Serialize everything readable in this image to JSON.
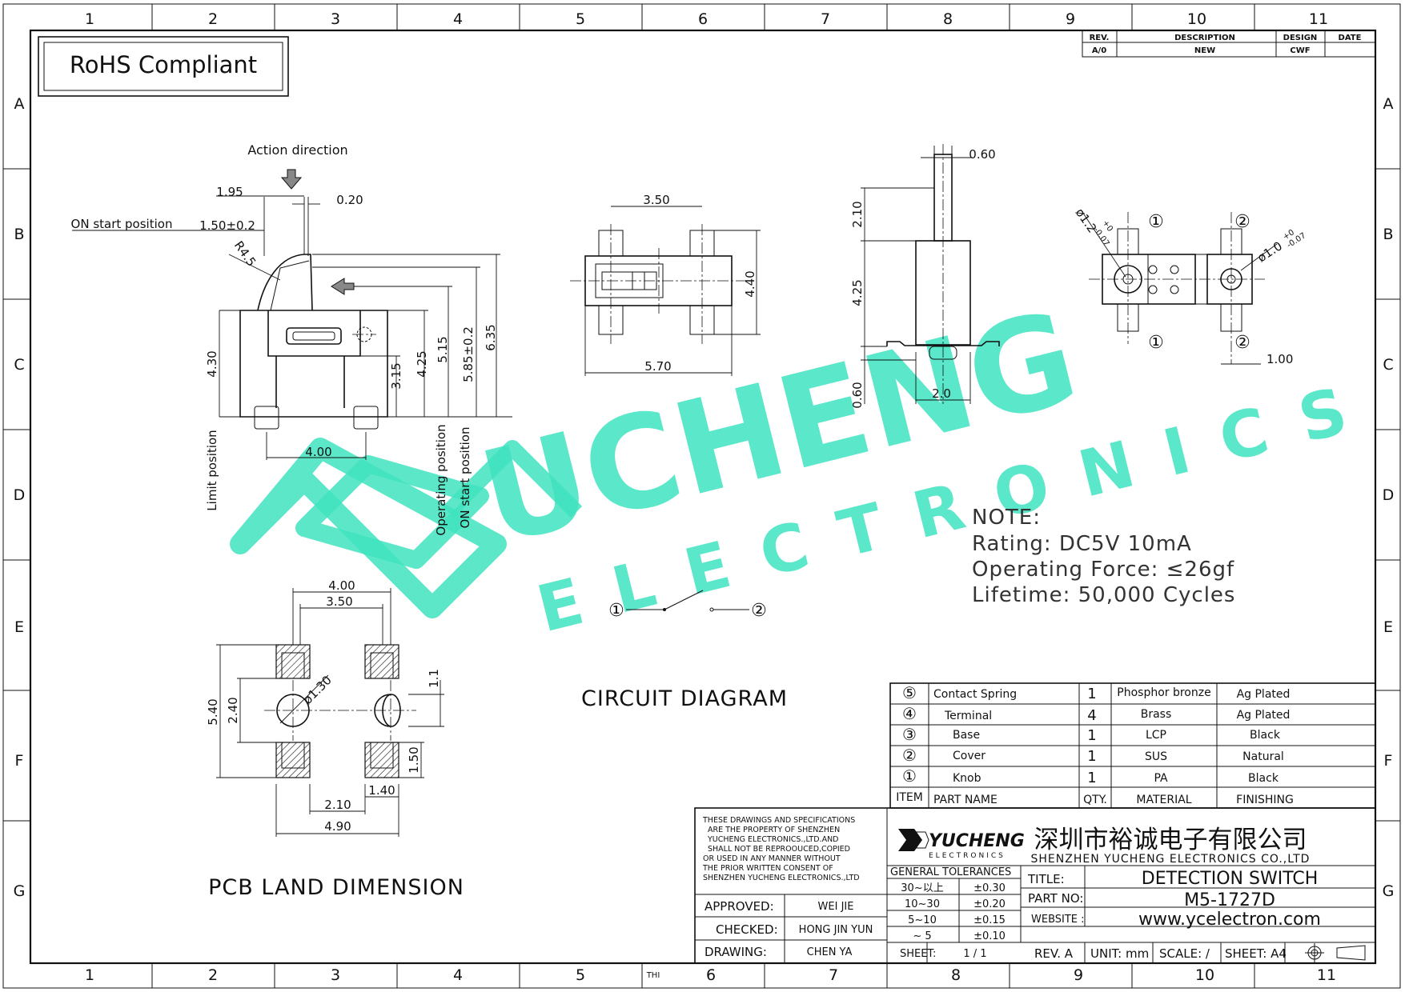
{
  "sheet": {
    "column_labels": [
      "1",
      "2",
      "3",
      "4",
      "5",
      "6",
      "7",
      "8",
      "9",
      "10",
      "11"
    ],
    "row_labels": [
      "A",
      "B",
      "C",
      "D",
      "E",
      "F",
      "G"
    ],
    "rohs": "RoHS Compliant",
    "thi_mark": "THI"
  },
  "revision_block": {
    "headers": [
      "REV.",
      "DESCRIPTION",
      "DESIGN",
      "DATE"
    ],
    "row": [
      "A/0",
      "NEW",
      "CWF",
      ""
    ]
  },
  "watermark": {
    "line1": "UCHENG",
    "line2": "ELECTRONICS"
  },
  "side_view": {
    "action_direction": "Action direction",
    "on_start_position": "ON start position",
    "on_start_value": "1.50±0.2",
    "dim_1_95": "1.95",
    "dim_0_20": "0.20",
    "radius": "R4.5",
    "dim_4_30": "4.30",
    "dim_3_15": "3.15",
    "dim_4_25": "4.25",
    "dim_5_15": "5.15",
    "dim_5_85": "5.85±0.2",
    "dim_6_35": "6.35",
    "dim_4_00": "4.00",
    "limit_position": "Limit position",
    "operating_position": "Operating position",
    "on_start_position_v": "ON start position"
  },
  "top_view": {
    "dim_3_50": "3.50",
    "dim_4_40": "4.40",
    "dim_5_70": "5.70"
  },
  "end_view": {
    "dim_0_60_top": "0.60",
    "dim_2_10": "2.10",
    "dim_4_25": "4.25",
    "dim_0_60_bottom": "0.60",
    "dim_2_0": "2.0"
  },
  "pin_view": {
    "dia_left": "ø1.2",
    "dia_left_tol_plus": "+0",
    "dia_left_tol_minus": "-0.07",
    "dia_right": "ø1.0",
    "dia_right_tol_plus": "+0",
    "dia_right_tol_minus": "-0.07",
    "pin1": "①",
    "pin2": "②",
    "dim_1_00": "1.00"
  },
  "notes": {
    "heading": "NOTE:",
    "rating": "Rating: DC5V 10mA",
    "force": "Operating Force: ≤26gf",
    "lifetime": "Lifetime: 50,000 Cycles"
  },
  "circuit": {
    "title": "CIRCUIT DIAGRAM",
    "pin1": "①",
    "pin2": "②"
  },
  "pcb": {
    "title": "PCB LAND DIMENSION",
    "dim_4_00": "4.00",
    "dim_3_50": "3.50",
    "dim_1_30": "ø1.30",
    "dim_1_1": "1.1",
    "dim_5_40": "5.40",
    "dim_2_40": "2.40",
    "dim_1_50": "1.50",
    "dim_1_40": "1.40",
    "dim_2_10": "2.10",
    "dim_4_90": "4.90"
  },
  "bom": {
    "rows": [
      {
        "item": "⑤",
        "part": "Contact Spring",
        "qty": "1",
        "material": "Phosphor bronze",
        "finish": "Ag Plated"
      },
      {
        "item": "④",
        "part": "Terminal",
        "qty": "4",
        "material": "Brass",
        "finish": "Ag Plated"
      },
      {
        "item": "③",
        "part": "Base",
        "qty": "1",
        "material": "LCP",
        "finish": "Black"
      },
      {
        "item": "②",
        "part": "Cover",
        "qty": "1",
        "material": "SUS",
        "finish": "Natural"
      },
      {
        "item": "①",
        "part": "Knob",
        "qty": "1",
        "material": "PA",
        "finish": "Black"
      }
    ],
    "header": {
      "item": "ITEM",
      "part": "PART NAME",
      "qty": "QTY.",
      "material": "MATERIAL",
      "finish": "FINISHING"
    }
  },
  "title_block": {
    "disclaimer": [
      "THESE DRAWINGS AND SPECIFICATIONS",
      "ARE THE PROPERTY OF SHENZHEN",
      "YUCHENG ELECTRONICS.,LTD.AND",
      "SHALL NOT BE REPROOUCED,COPIED",
      "OR USED IN ANY MANNER WITHOUT",
      "THE PRIOR WRITTEN CONSENT OF",
      "SHENZHEN YUCHENG ELECTRONICS.,LTD"
    ],
    "logo_main": "YUCHENG",
    "logo_sub": "ELECTRONICS",
    "company_cn": "深圳市裕诚电子有限公司",
    "company_en": "SHENZHEN YUCHENG ELECTRONICS CO.,LTD",
    "approved_label": "APPROVED:",
    "approved": "WEI JIE",
    "checked_label": "CHECKED:",
    "checked": "HONG JIN YUN",
    "drawing_label": "DRAWING:",
    "drawing": "CHEN YA",
    "tolerances_header": "GENERAL TOLERANCES",
    "tolerances": [
      {
        "range": "30~以上",
        "tol": "±0.30"
      },
      {
        "range": "10~30",
        "tol": "±0.20"
      },
      {
        "range": "5~10",
        "tol": "±0.15"
      },
      {
        "range": "~ 5",
        "tol": "±0.10"
      }
    ],
    "sheet_label": "SHEET:",
    "sheet_value": "1 / 1",
    "title_label": "TITLE:",
    "title": "DETECTION SWITCH",
    "part_label": "PART NO:",
    "part_no": "M5-1727D",
    "website_label": "WEBSITE :",
    "website": "www.ycelectron.com",
    "rev": "REV. A",
    "unit": "UNIT: mm",
    "scale": "SCALE: /",
    "sheet_size": "SHEET: A4"
  }
}
